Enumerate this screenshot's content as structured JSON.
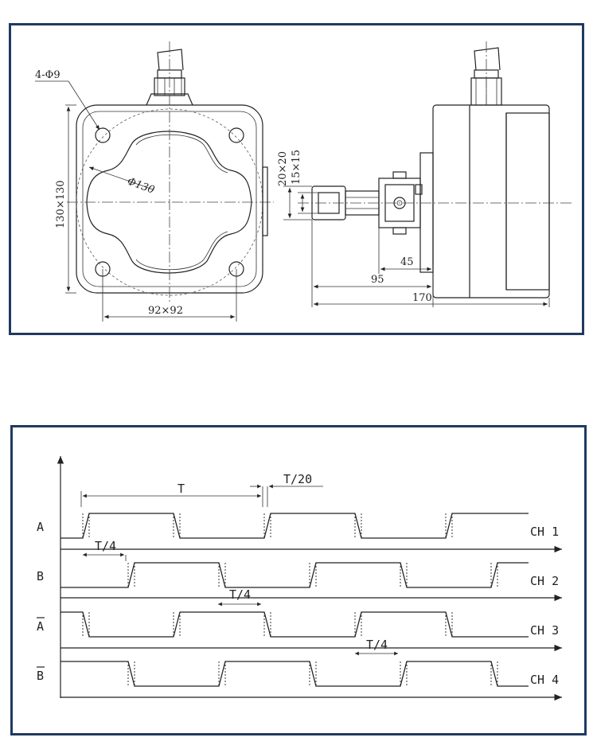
{
  "drawing": {
    "front_view": {
      "holes_label": "4-Φ9",
      "circle_label": "Φ130",
      "outer_size_label": "130×130",
      "hole_spacing_label": "92×92"
    },
    "side_view": {
      "shaft_outer_label": "20×20",
      "shaft_inner_label": "15×15",
      "dim_45": "45",
      "dim_95": "95",
      "dim_170": "170"
    }
  },
  "timing": {
    "period_label": "T",
    "edge_label": "T/20",
    "quarter_label": "T/4",
    "signals": [
      {
        "name": "A",
        "channel": "CH 1"
      },
      {
        "name": "B",
        "channel": "CH 2"
      },
      {
        "name": "A",
        "channel": "CH 3",
        "overbar": true
      },
      {
        "name": "B",
        "channel": "CH 4",
        "overbar": true
      }
    ]
  },
  "colors": {
    "panel_border": "#1f3a60",
    "line": "#222222"
  }
}
